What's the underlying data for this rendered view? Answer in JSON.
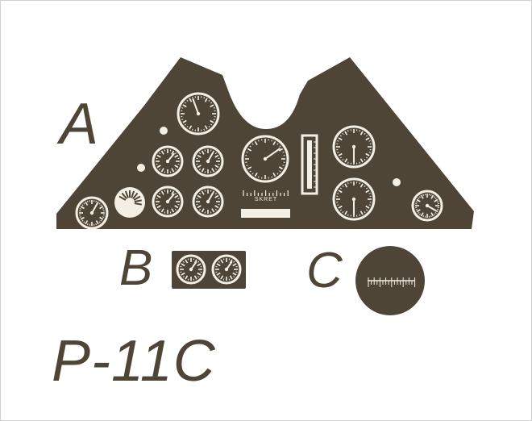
{
  "labels": {
    "panel_a": "A",
    "panel_b": "B",
    "panel_c": "C"
  },
  "title": "P-11C",
  "panel_text": {
    "skret": "SKRET"
  },
  "colors": {
    "panel": "#4f4536",
    "marking": "#f3efe4",
    "background": "#ffffff"
  }
}
